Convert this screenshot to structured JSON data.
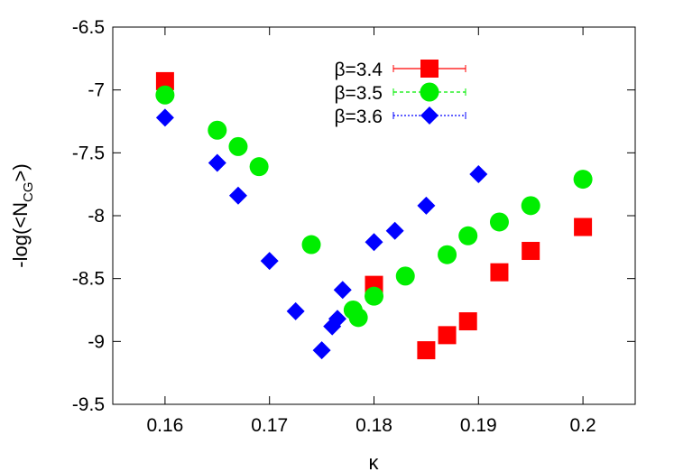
{
  "chart_data": {
    "type": "scatter",
    "title": "",
    "xlabel": "κ",
    "ylabel": "-log(<N_CG>)",
    "ylabel_parts": {
      "main": "-log(<N",
      "sub": "CG",
      "end": ">)"
    },
    "xlim": [
      0.155,
      0.205
    ],
    "ylim": [
      -9.5,
      -6.5
    ],
    "x_ticks": [
      "0.16",
      "0.17",
      "0.18",
      "0.19",
      "0.2"
    ],
    "y_ticks": [
      "-6.5",
      "-7",
      "-7.5",
      "-8",
      "-8.5",
      "-9",
      "-9.5"
    ],
    "grid": false,
    "legend_position": "top-center",
    "series": [
      {
        "name": "β=3.4",
        "marker": "square",
        "color": "#ff0000",
        "points": [
          [
            0.16,
            -6.93
          ],
          [
            0.18,
            -8.55
          ],
          [
            0.185,
            -9.07
          ],
          [
            0.187,
            -8.95
          ],
          [
            0.189,
            -8.84
          ],
          [
            0.192,
            -8.45
          ],
          [
            0.195,
            -8.28
          ],
          [
            0.2,
            -8.09
          ]
        ]
      },
      {
        "name": "β=3.5",
        "marker": "circle",
        "color": "#00ee00",
        "points": [
          [
            0.16,
            -7.04
          ],
          [
            0.165,
            -7.32
          ],
          [
            0.167,
            -7.45
          ],
          [
            0.169,
            -7.61
          ],
          [
            0.174,
            -8.23
          ],
          [
            0.178,
            -8.75
          ],
          [
            0.1785,
            -8.81
          ],
          [
            0.18,
            -8.64
          ],
          [
            0.183,
            -8.48
          ],
          [
            0.187,
            -8.31
          ],
          [
            0.189,
            -8.16
          ],
          [
            0.192,
            -8.05
          ],
          [
            0.195,
            -7.92
          ],
          [
            0.2,
            -7.71
          ]
        ]
      },
      {
        "name": "β=3.6",
        "marker": "diamond",
        "color": "#0000ff",
        "points": [
          [
            0.16,
            -7.22
          ],
          [
            0.165,
            -7.58
          ],
          [
            0.167,
            -7.84
          ],
          [
            0.17,
            -8.36
          ],
          [
            0.1725,
            -8.76
          ],
          [
            0.175,
            -9.07
          ],
          [
            0.176,
            -8.88
          ],
          [
            0.1765,
            -8.82
          ],
          [
            0.177,
            -8.59
          ],
          [
            0.18,
            -8.21
          ],
          [
            0.182,
            -8.12
          ],
          [
            0.185,
            -7.92
          ],
          [
            0.19,
            -7.67
          ]
        ]
      }
    ]
  }
}
